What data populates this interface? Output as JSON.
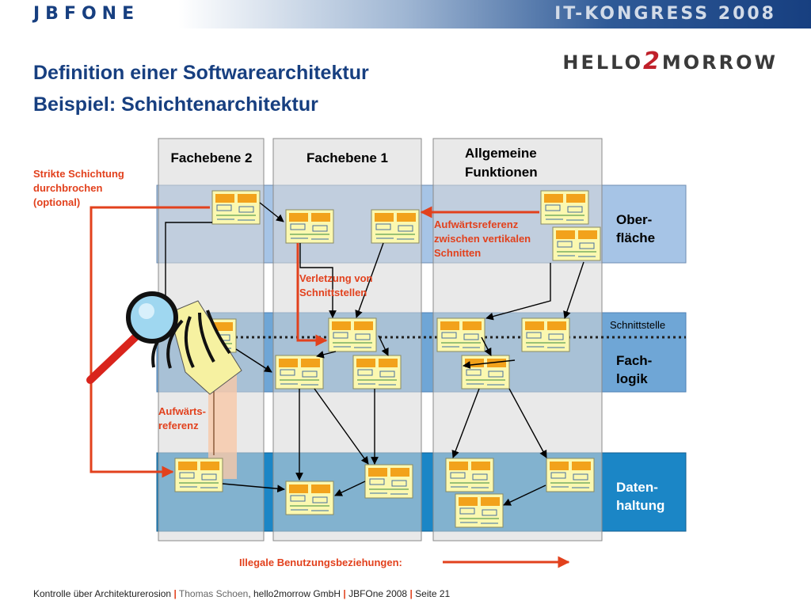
{
  "header": {
    "brand": "JBFONE",
    "event": "IT-KONGRESS 2008"
  },
  "partner": {
    "pre": "HELLO",
    "two": "2",
    "post": "MORROW"
  },
  "title": {
    "line1": "Definition einer Softwarearchitektur",
    "line2": "Beispiel: Schichtenarchitektur"
  },
  "columns": {
    "fachebene2": "Fachebene 2",
    "fachebene1": "Fachebene 1",
    "allgemein_1": "Allgemeine",
    "allgemein_2": "Funktionen"
  },
  "layers": {
    "oberflaeche_1": "Ober-",
    "oberflaeche_2": "fläche",
    "fachlogik_1": "Fach-",
    "fachlogik_2": "logik",
    "daten_1": "Daten-",
    "daten_2": "haltung",
    "schnittstelle": "Schnittstelle"
  },
  "annotations": {
    "strikte_1": "Strikte Schichtung",
    "strikte_2": "durchbrochen",
    "strikte_3": "(optional)",
    "aufwaerts_v_1": "Aufwärtsreferenz",
    "aufwaerts_v_2": "zwischen vertikalen",
    "aufwaerts_v_3": "Schnitten",
    "verletzung_1": "Verletzung von",
    "verletzung_2": "Schnittstellen",
    "aufwaerts_1": "Aufwärts-",
    "aufwaerts_2": "referenz"
  },
  "legend": "Illegale Benutzungsbeziehungen:",
  "footer": {
    "part1": "Kontrolle über Architekturerosion",
    "part2": "Thomas Schoen",
    "part3": ", hello2morrow GmbH",
    "part4": "JBFOne 2008",
    "part5": "Seite 21",
    "separator": "|"
  },
  "colors": {
    "brand_blue": "#173f80",
    "illegal_red": "#e2411d",
    "band_oberflaeche": "#a6c4e6",
    "band_fachlogik": "#6fa6d6",
    "band_daten": "#1b86c6"
  }
}
